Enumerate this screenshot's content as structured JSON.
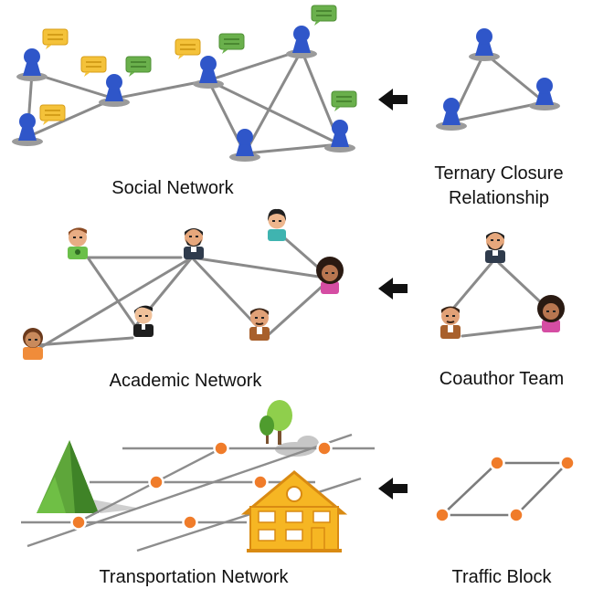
{
  "labels": {
    "social_network": "Social Network",
    "ternary_line1": "Ternary Closure",
    "ternary_line2": "Relationship",
    "academic_network": "Academic Network",
    "coauthor_team": "Coauthor Team",
    "transportation_network": "Transportation Network",
    "traffic_block": "Traffic Block"
  },
  "colors": {
    "person_blue": "#2f56c9",
    "person_base": "#9a9a9a",
    "bubble_yellow": "#f4c23a",
    "bubble_green": "#6ab04c",
    "node_orange": "#f07c2a",
    "arrow": "#111111",
    "tree_green": "#5ea63a",
    "house_yellow": "#f6b623"
  },
  "icons": [
    "person-pin-icon",
    "chat-bubble-icon",
    "avatar-icon",
    "arrow-left-icon",
    "tree-icon",
    "house-icon",
    "mountain-icon",
    "cloud-icon"
  ]
}
